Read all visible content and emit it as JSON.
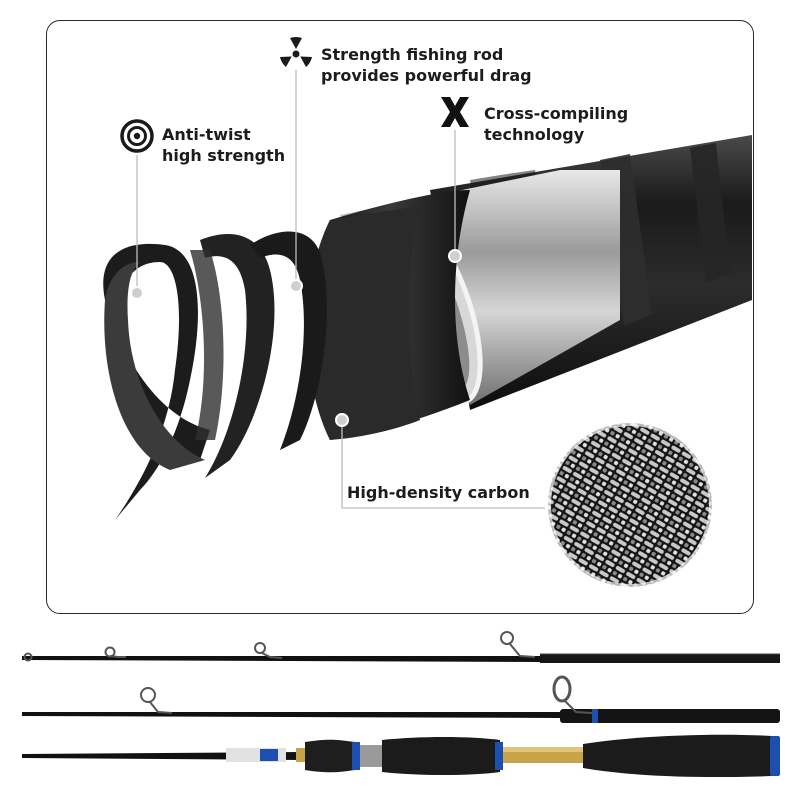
{
  "callouts": {
    "strength": {
      "line1": "Strength fishing rod",
      "line2": "provides powerful drag",
      "icon": "radiation-trefoil-icon"
    },
    "cross": {
      "line1": "Cross-compiling",
      "line2": "technology",
      "icon": "x-cross-icon"
    },
    "antitwist": {
      "line1": "Anti-twist",
      "line2": "high strength",
      "icon": "target-rings-icon"
    },
    "carbon": {
      "label": "High-density carbon",
      "icon": "carbon-weave-texture"
    }
  },
  "colors": {
    "frame_border": "#2a2a2a",
    "carbon_dark": "#1e1e1e",
    "silver_core": "#bcbcbc",
    "rod_accent_blue": "#1d4fb0",
    "rod_gold": "#c9a34a",
    "leader_line": "#bdbdbd"
  },
  "rod_sections": [
    "tip-section",
    "middle-section",
    "butt-section-with-reel-seat"
  ]
}
